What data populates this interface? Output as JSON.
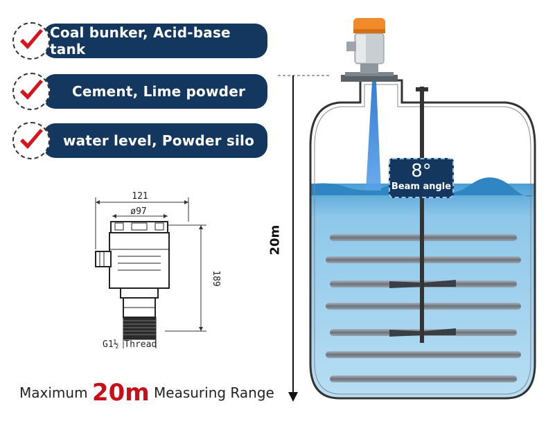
{
  "applications": [
    {
      "label": "Coal bunker, Acid-base tank"
    },
    {
      "label": "Cement, Lime powder"
    },
    {
      "label": "water level, Powder silo"
    }
  ],
  "drawing": {
    "width_dim": "121",
    "inner_dim": "ø97",
    "height_dim": "189",
    "thread_label": "G1½ Thread"
  },
  "range": {
    "vertical_label": "20m",
    "caption_prefix": "Maximum",
    "caption_value": "20m",
    "caption_suffix": "Measuring Range"
  },
  "beam": {
    "angle": "8°",
    "label": "Beam angle"
  },
  "colors": {
    "pill_navy": "#14375f",
    "check_red": "#d6141c",
    "water_blue": "#5aa8d8",
    "accent_red": "#c8101a",
    "sensor_orange": "#f08a2a"
  },
  "icons": [
    "check-mark-icon",
    "radar-level-sensor-icon",
    "arrow-down-icon"
  ]
}
